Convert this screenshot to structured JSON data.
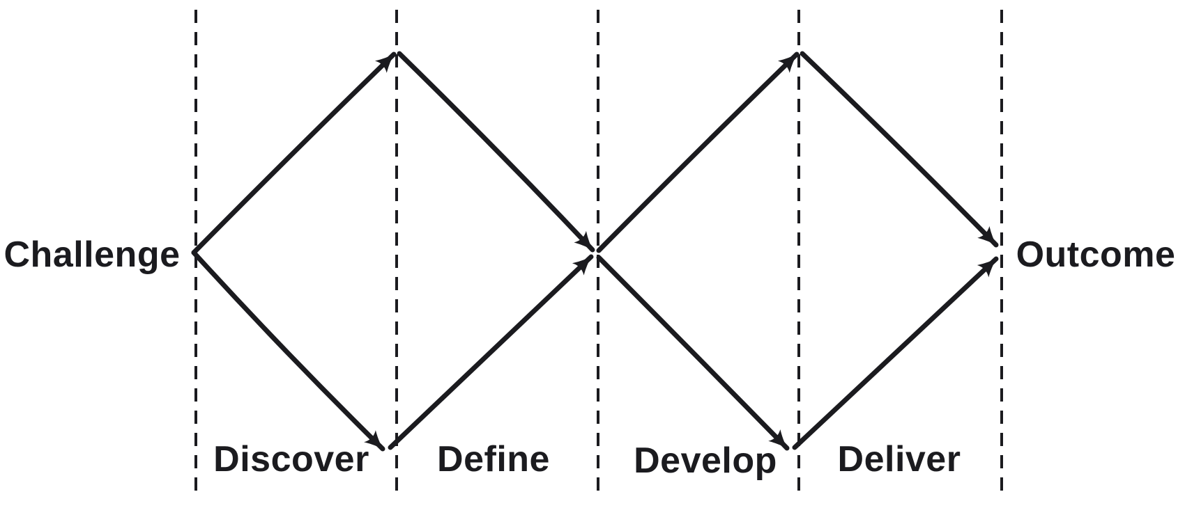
{
  "figure": {
    "kind": "double-diamond-process-diagram",
    "ink_color": "#1b1b1f",
    "background_color": "#ffffff"
  },
  "labels": {
    "start": "Challenge",
    "end": "Outcome",
    "phases": [
      "Discover",
      "Define",
      "Develop",
      "Deliver"
    ]
  }
}
